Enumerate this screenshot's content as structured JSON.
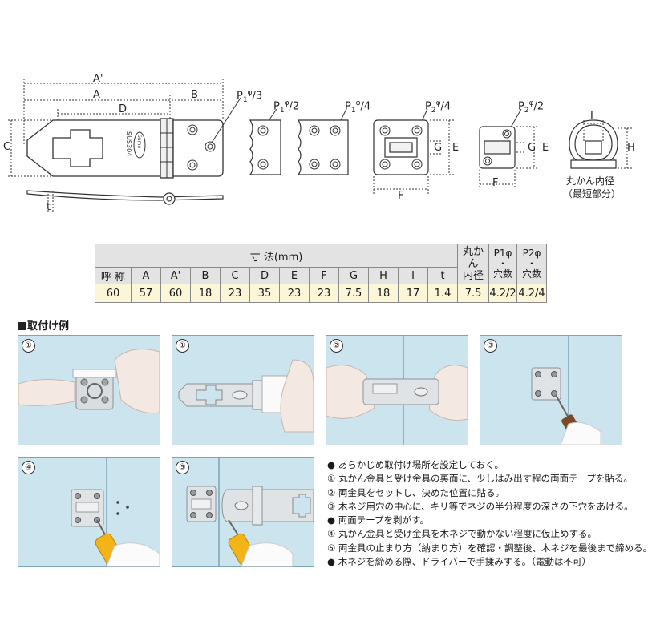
{
  "diagram_labels": {
    "A_prime": "A'",
    "A": "A",
    "D": "D",
    "B": "B",
    "C": "C",
    "t": "t",
    "P1_3": "/3",
    "P1_2": "/2",
    "P1_4": "/4",
    "P2_4": "/4",
    "P2_2": "/2",
    "G": "G",
    "E": "E",
    "F": "F",
    "I": "I",
    "H": "H",
    "ring_caption_1": "丸かん内径",
    "ring_caption_2": "（最短部分）",
    "stamp_brand": "Sumo",
    "stamp_material": "SUS304"
  },
  "table": {
    "dims_header": "寸 法(mm)",
    "ring_header_1": "丸かん",
    "ring_header_2": "内径",
    "p1_header_1": "P1φ",
    "p1_header_2": "・",
    "p1_header_3": "穴数",
    "p2_header_1": "P2φ",
    "p2_header_2": "・",
    "p2_header_3": "穴数",
    "columns": [
      "呼 称",
      "A",
      "A'",
      "B",
      "C",
      "D",
      "E",
      "F",
      "G",
      "H",
      "I",
      "t"
    ],
    "values": [
      "60",
      "57",
      "60",
      "18",
      "23",
      "35",
      "23",
      "23",
      "7.5",
      "18",
      "17",
      "1.4"
    ],
    "ring_value": "7.5",
    "p1_value": "4.2/2",
    "p2_value": "4.2/4"
  },
  "section_title": "取付け例",
  "steps": {
    "s1a": "①",
    "s1b": "①",
    "s2": "②",
    "s3": "③",
    "s4": "④",
    "s5": "⑤"
  },
  "notes": [
    "● あらかじめ取付け場所を設定しておく。",
    "① 丸かん金具と受け金具の裏面に、少しはみ出す程の両面テープを貼る。",
    "② 両金具をセットし、決めた位置に貼る。",
    "③ 木ネジ用穴の中心に、キリ等でネジの半分程度の深さの下穴をあける。",
    "● 両面テープを剥がす。",
    "④ 丸かん金具と受け金具を木ネジで動かない程度に仮止めする。",
    "⑤ 両金具の止まり方（納まり方）を確認・調整後、木ネジを最後まで締める。",
    "● 木ネジを締める際、ドライバーで手揉みする。（電動は不可）"
  ]
}
